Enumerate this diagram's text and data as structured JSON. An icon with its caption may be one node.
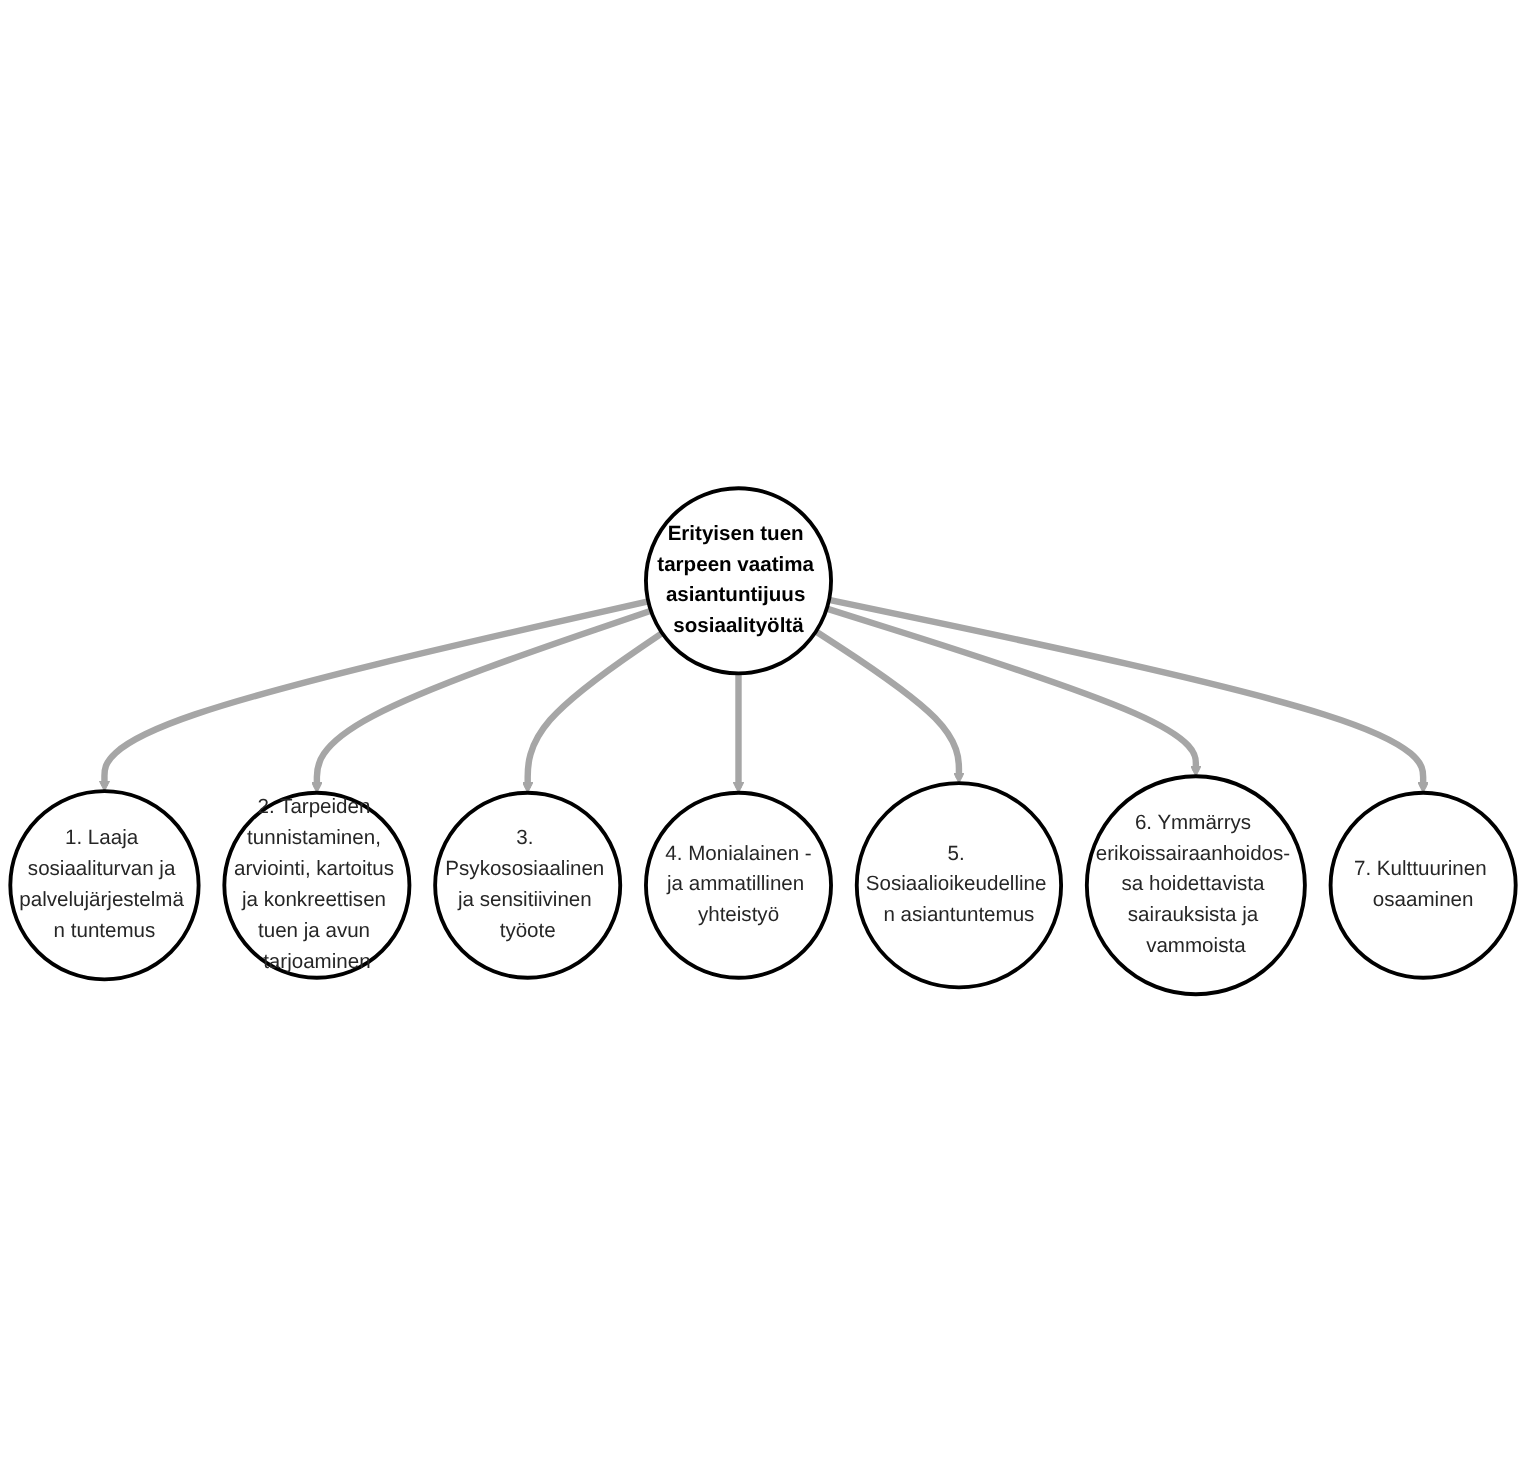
{
  "diagram": {
    "nodes": [
      {
        "text": [
          "Erityisen tuen tarpeen vaatima asiantuntijuus sosiaalityöltä"
        ]
      },
      {
        "text": [
          "1. Laaja sosiaaliturvan ja palvelujärjestelmä n tuntemus"
        ]
      },
      {
        "text": [
          "2. Tarpeiden tunnistaminen, arviointi, kartoitus ja konkreettisen tuen ja avun tarjoaminen"
        ]
      },
      {
        "text": [
          "3. Psykososiaalinen ja sensitiivinen työote"
        ]
      },
      {
        "text": [
          "4. Monialainen -ja ammatillinen yhteistyö"
        ]
      },
      {
        "text": [
          "5. Sosiaalioikeudelline n asiantuntemus"
        ]
      },
      {
        "text": [
          "6. Ymmärrys erikoissairaanhoidos- sa hoidettavista sairauksista ja vammoista"
        ]
      },
      {
        "text": [
          "7. Kulttuurinen osaaminen"
        ]
      }
    ],
    "edges": [
      {
        "from": 0,
        "to": 1,
        "arrow": "to"
      },
      {
        "from": 0,
        "to": 2,
        "arrow": "to"
      },
      {
        "from": 0,
        "to": 3,
        "arrow": "to"
      },
      {
        "from": 0,
        "to": 4,
        "arrow": "to"
      },
      {
        "from": 0,
        "to": 5,
        "arrow": "to"
      },
      {
        "from": 0,
        "to": 6,
        "arrow": "to"
      },
      {
        "from": 0,
        "to": 7,
        "arrow": "to"
      }
    ]
  }
}
